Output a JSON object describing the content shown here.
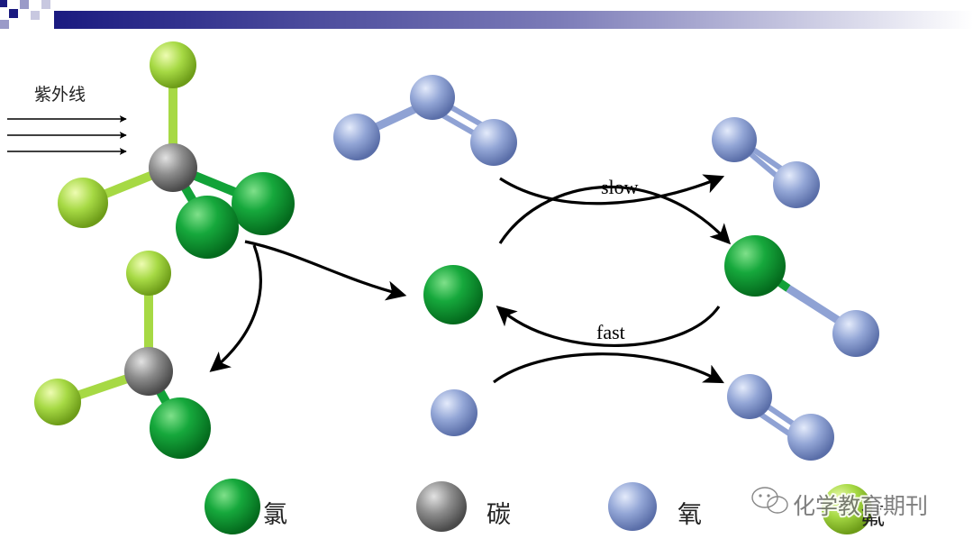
{
  "labels": {
    "uv": "紫外线",
    "slow": "slow",
    "fast": "fast"
  },
  "legend": {
    "items": [
      {
        "label": "氯",
        "color": "#12a238"
      },
      {
        "label": "碳",
        "color": "#8a8a8a"
      },
      {
        "label": "氧",
        "color": "#8fa2d4"
      },
      {
        "label": "氟",
        "color": "#a4d840"
      }
    ]
  },
  "watermark": "化学教育期刊",
  "colors": {
    "chlorine": "#12a238",
    "carbon": "#8a8a8a",
    "oxygen": "#8fa2d4",
    "fluorine": "#a4d840",
    "arrow": "#000000",
    "header_dark": "#1a1a80"
  }
}
